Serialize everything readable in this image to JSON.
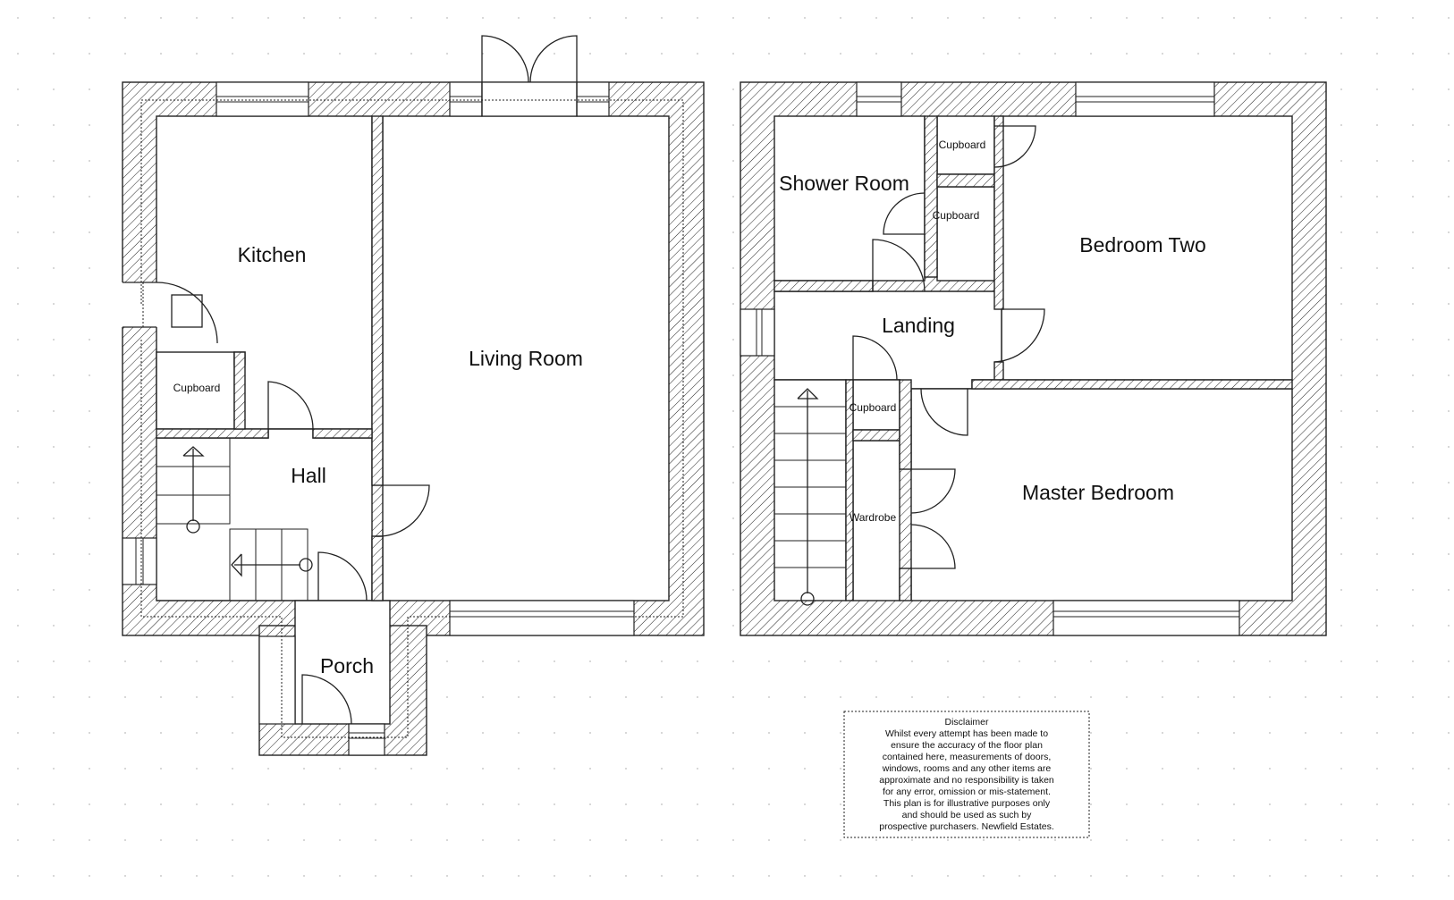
{
  "rooms": {
    "kitchen": "Kitchen",
    "living_room": "Living Room",
    "hall": "Hall",
    "porch": "Porch",
    "ground_cupboard": "Cupboard",
    "shower_room": "Shower Room",
    "cupboard_top": "Cupboard",
    "cupboard_mid": "Cupboard",
    "bedroom_two": "Bedroom Two",
    "landing": "Landing",
    "landing_cupboard": "Cupboard",
    "wardrobe": "Wardrobe",
    "master_bedroom": "Master Bedroom"
  },
  "disclaimer": {
    "title": "Disclaimer",
    "lines": [
      "Whilst every attempt has been made to",
      "ensure the accuracy of the floor plan",
      "contained here, measurements of doors,",
      "windows, rooms and any other items are",
      "approximate and no responsibility is taken",
      "for any error, omission or mis-statement.",
      "This plan is for illustrative purposes only",
      "and should be used as such by",
      "prospective purchasers. Newfield Estates."
    ]
  },
  "colors": {
    "line": "#222222",
    "background": "#ffffff"
  }
}
